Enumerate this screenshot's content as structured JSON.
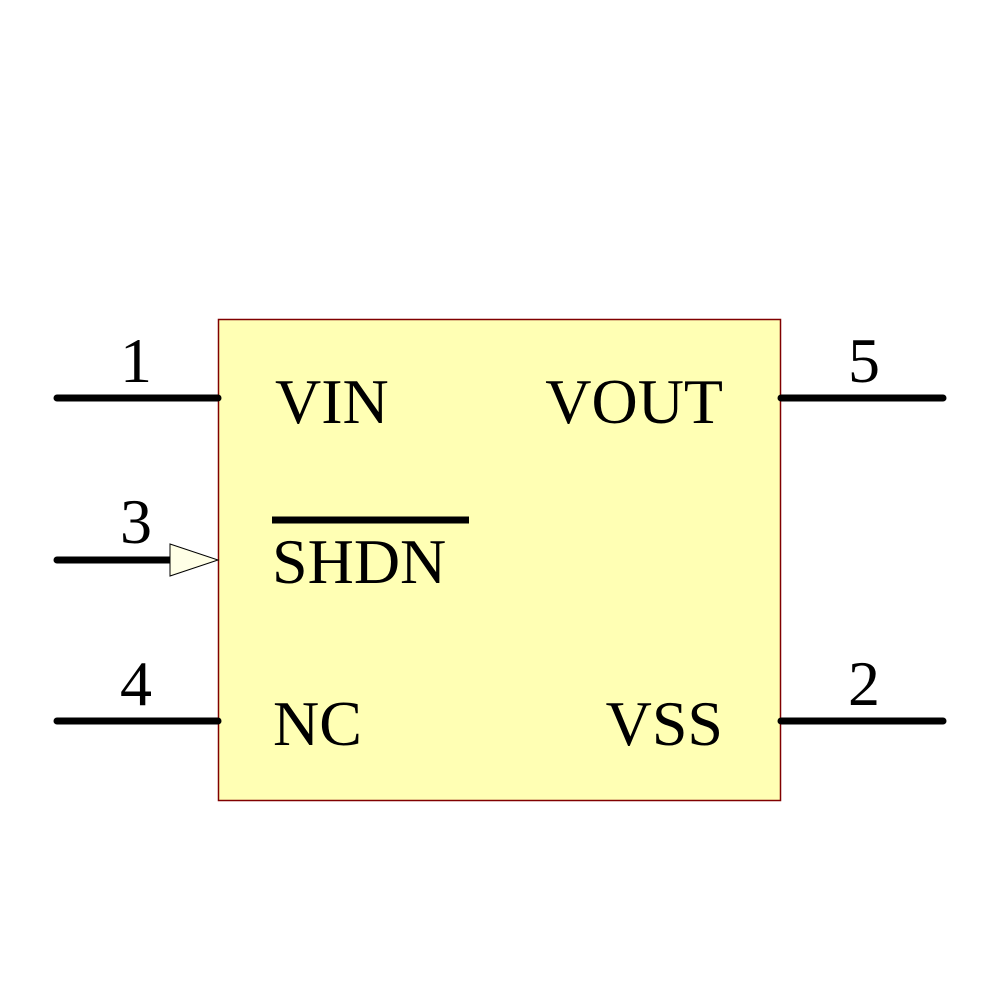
{
  "component": {
    "body_fill": "#FFFFB4",
    "body_border": "#800000",
    "pin_color": "#000000"
  },
  "pins": {
    "vin": {
      "number": "1",
      "name": "VIN"
    },
    "shdn": {
      "number": "3",
      "name": "SHDN",
      "active_low": true,
      "input_arrow": true
    },
    "nc": {
      "number": "4",
      "name": "NC"
    },
    "vout": {
      "number": "5",
      "name": "VOUT"
    },
    "vss": {
      "number": "2",
      "name": "VSS"
    }
  }
}
